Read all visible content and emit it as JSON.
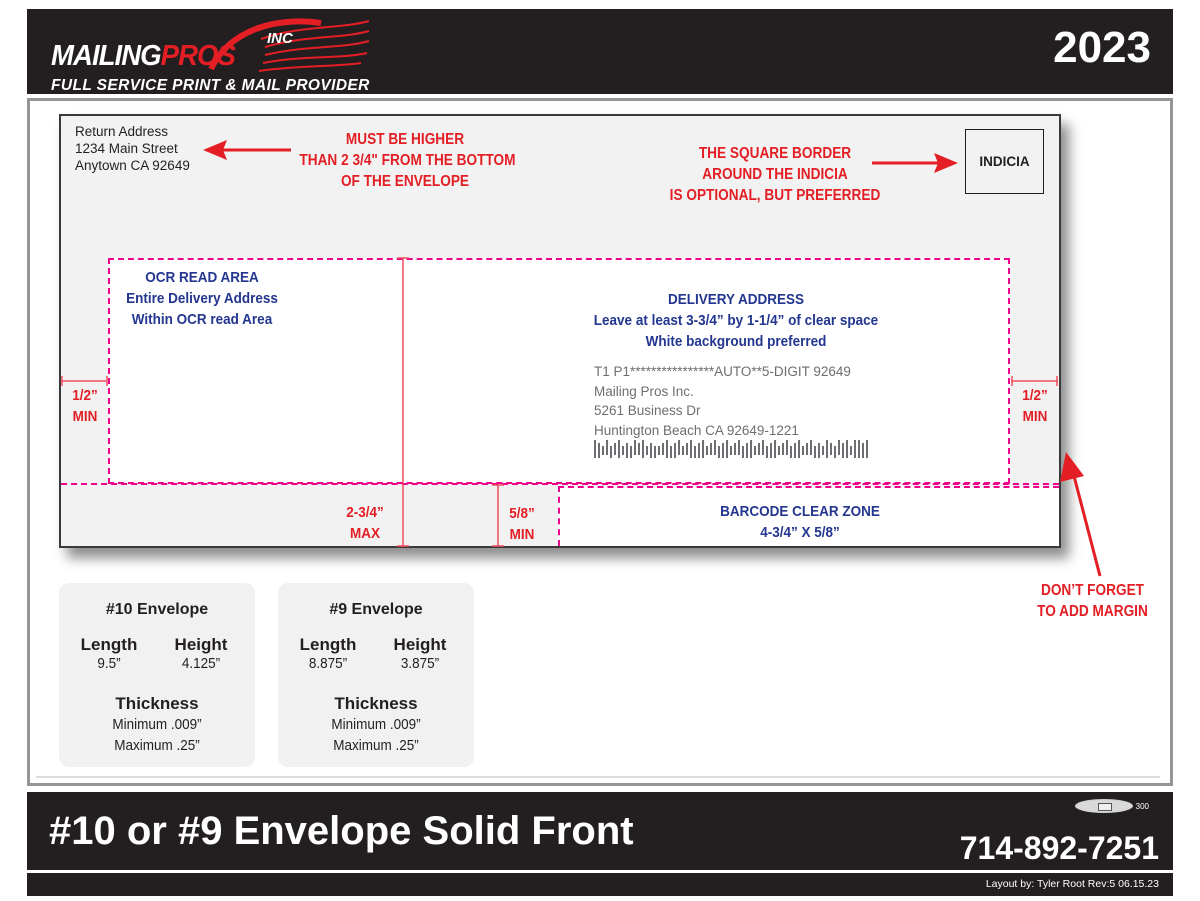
{
  "header": {
    "brand_primary": "MAILING",
    "brand_accent": "PROS",
    "brand_suffix": "INC",
    "tagline": "FULL SERVICE PRINT & MAIL PROVIDER",
    "year": "2023"
  },
  "envelope": {
    "return_address": {
      "line1": "Return Address",
      "line2": "1234 Main Street",
      "line3": "Anytown CA 92649"
    },
    "notes": {
      "return_address_note": [
        "MUST BE HIGHER",
        "THAN 2 3/4\" FROM THE BOTTOM",
        "OF THE ENVELOPE"
      ],
      "indicia_note": [
        "THE SQUARE BORDER",
        "AROUND THE INDICIA",
        "IS OPTIONAL, BUT PREFERRED"
      ],
      "margin_note": [
        "DON’T FORGET",
        "TO ADD MARGIN"
      ]
    },
    "indicia_label": "INDICIA",
    "ocr_area": [
      "OCR READ AREA",
      "Entire Delivery Address",
      "Within OCR read Area"
    ],
    "delivery_area": [
      "DELIVERY ADDRESS",
      "Leave at least 3-3/4” by 1-1/4” of clear space",
      "White background preferred"
    ],
    "delivery_address": {
      "line1": "T1   P1****************AUTO**5-DIGIT 92649",
      "line2": "Mailing Pros Inc.",
      "line3": "5261 Business Dr",
      "line4": "Huntington Beach CA 92649-1221"
    },
    "barcode_zone": [
      "BARCODE CLEAR ZONE",
      "4-3/4” X 5/8”"
    ],
    "dimensions": {
      "left_margin": [
        "1/2”",
        "MIN"
      ],
      "right_margin": [
        "1/2”",
        "MIN"
      ],
      "ocr_height": [
        "2-3/4”",
        "MAX"
      ],
      "barcode_height": [
        "5/8”",
        "MIN"
      ]
    }
  },
  "specs": [
    {
      "title": "#10 Envelope",
      "length_label": "Length",
      "length": "9.5”",
      "height_label": "Height",
      "height": "4.125”",
      "thickness_label": "Thickness",
      "thickness_min": "Minimum .009”",
      "thickness_max": "Maximum .25”"
    },
    {
      "title": "#9 Envelope",
      "length_label": "Length",
      "length": "8.875”",
      "height_label": "Height",
      "height": "3.875”",
      "thickness_label": "Thickness",
      "thickness_min": "Minimum .009”",
      "thickness_max": "Maximum .25”"
    }
  ],
  "footer": {
    "title": "#10 or #9 Envelope Solid Front",
    "union_number": "300",
    "phone": "714-892-7251",
    "credits": "Layout by: Tyler Root Rev:5 06.15.23"
  },
  "colors": {
    "brand_red": "#e31e24",
    "note_blue": "#233690",
    "dash_magenta": "#ec008c",
    "header_black": "#231f20"
  }
}
